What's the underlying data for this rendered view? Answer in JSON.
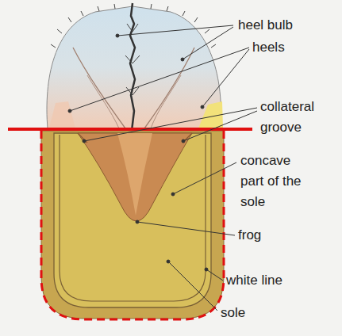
{
  "diagram": {
    "labels": [
      "heel bulb",
      "heels",
      "collateral groove",
      "concave part of the sole",
      "frog",
      "white line",
      "sole"
    ]
  }
}
